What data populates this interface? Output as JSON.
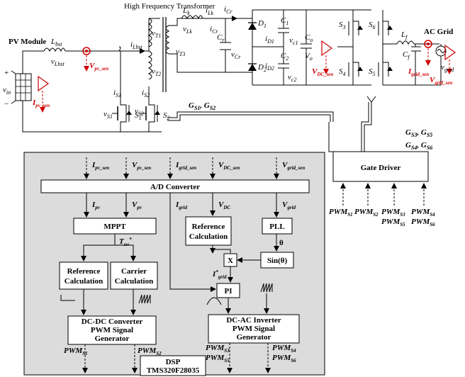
{
  "title": "High Frequency Transformer",
  "pv_module_label": "PV Module",
  "ac_grid_label": "AC Grid",
  "vin_label": "v",
  "vin_sub": "in",
  "sensors": {
    "ipv": "I",
    "ipv_sub": "pv_sen",
    "vpv": "V",
    "vpv_sub": "pv_sen",
    "vdc": "V",
    "vdc_sub": "DC_sen",
    "igrid": "I",
    "igrid_sub": "grid_sen",
    "vgrid": "V",
    "vgrid_sub": "grid_sen"
  },
  "components": {
    "lbst": "L",
    "lbst_sub": "bst",
    "vlbst": "v",
    "vlbst_sub": "Lbst",
    "ilbst": "i",
    "ilbst_sub": "Lbst",
    "vt1": "v",
    "vt1_sub": "T1",
    "vt2": "v",
    "vt2_sub": "T2",
    "vt3": "v",
    "vt3_sub": "T3",
    "is1": "i",
    "is1_sub": "S1",
    "is2": "i",
    "is2_sub": "S2",
    "vs1": "v",
    "vs1_sub": "S1",
    "vs2": "v",
    "vs2_sub": "S2",
    "s1": "S",
    "s1_sub": "1",
    "s2": "S",
    "s2_sub": "2",
    "lk": "L",
    "lk_sub": "k",
    "vlk": "v",
    "vlk_sub": "Lk",
    "ilk": "i",
    "ilk_sub": "Lk",
    "icr": "i",
    "icr_sub": "Cr",
    "icr2": "i",
    "icr2_sub": "Cr",
    "cr": "C",
    "cr_sub": "r",
    "vcr": "v",
    "vcr_sub": "Cr",
    "d1": "D",
    "d1_sub": "1",
    "d2": "D",
    "d2_sub": "2",
    "id1": "i",
    "id1_sub": "D1",
    "id2": "i",
    "id2_sub": "D2",
    "c1": "C",
    "c1_sub": "1",
    "c2": "C",
    "c2_sub": "2",
    "vc1": "v",
    "vc1_sub": "c1",
    "vc2": "v",
    "vc2_sub": "c2",
    "co": "C",
    "co_sub": "o",
    "vo": "V",
    "vo_sub": "o",
    "s3": "S",
    "s3_sub": "3",
    "s4": "S",
    "s4_sub": "4",
    "s5": "S",
    "s5_sub": "5",
    "s6": "S",
    "s6_sub": "6",
    "lf": "L",
    "lf_sub": "f",
    "cf": "C",
    "cf_sub": "f",
    "vgrid": "v",
    "vgrid_sub": "grid"
  },
  "gate_signals": {
    "gs12": "G",
    "gs12_sub_a": "S1",
    "gs12_mid": ", G",
    "gs12_sub_b": "S2",
    "gs35": "G",
    "gs35_sub_a": "S3",
    "gs35_mid": ", G",
    "gs35_sub_b": "S5",
    "gs46": "G",
    "gs46_sub_a": "S4",
    "gs46_mid": ", G",
    "gs46_sub_b": "S6"
  },
  "gate_driver": "Gate Driver",
  "pwm_inputs": [
    {
      "main": "PWM",
      "sub": "S1"
    },
    {
      "main": "PWM",
      "sub": "S2"
    },
    {
      "main": "PWM",
      "sub": "S3",
      "main2": "PWM",
      "sub2": "S5"
    },
    {
      "main": "PWM",
      "sub": "S4",
      "main2": "PWM",
      "sub2": "S6"
    }
  ],
  "dsp": {
    "inputs": [
      {
        "main": "I",
        "sub": "pv_sen"
      },
      {
        "main": "V",
        "sub": "pv_sen"
      },
      {
        "main": "I",
        "sub": "grid_sen"
      },
      {
        "main": "V",
        "sub": "DC_sen"
      },
      {
        "main": "V",
        "sub": "grid_sen"
      }
    ],
    "adc": "A/D Converter",
    "adc_outputs": [
      {
        "main": "I",
        "sub": "pv"
      },
      {
        "main": "V",
        "sub": "pv"
      },
      {
        "main": "I",
        "sub": "grid"
      },
      {
        "main": "V",
        "sub": "DC"
      },
      {
        "main": "V",
        "sub": "grid"
      }
    ],
    "mppt": "MPPT",
    "tsw": "T",
    "tsw_sub": "sw",
    "tsw_sup": "*",
    "ref_calc_left_1": "Reference",
    "ref_calc_left_2": "Calculation",
    "carrier_calc_1": "Carrier",
    "carrier_calc_2": "Calculation",
    "ref_calc_right_1": "Reference",
    "ref_calc_right_2": "Calculation",
    "pll": "PLL",
    "theta": "θ",
    "sin": "Sin(θ)",
    "mult": "X",
    "igrid_ref": "I",
    "igrid_ref_sup": "*",
    "igrid_ref_sub": "grid",
    "pi": "PI",
    "dcdc_1": "DC-DC Converter",
    "dcdc_2": "PWM Signal",
    "dcdc_3": "Generator",
    "dcac_1": "DC-AC Inverter",
    "dcac_2": "PWM Signal",
    "dcac_3": "Generator",
    "outputs": [
      {
        "main": "PWM",
        "sub": "S1"
      },
      {
        "main": "PWM",
        "sub": "S2"
      },
      {
        "main": "PWM",
        "sub": "S3",
        "main2": "PWM",
        "sub2": "S5"
      },
      {
        "main": "PWM",
        "sub": "S4",
        "main2": "PWM",
        "sub2": "S6"
      }
    ],
    "name_1": "DSP",
    "name_2": "TMS320F28035"
  }
}
